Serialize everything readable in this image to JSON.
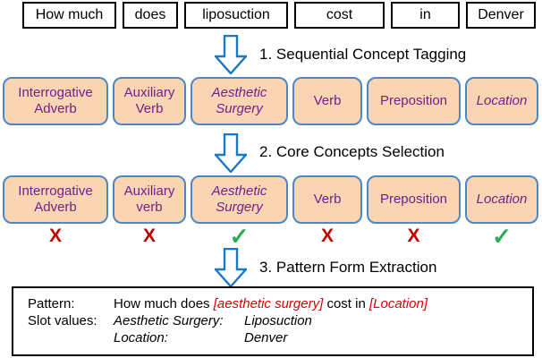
{
  "sentence": {
    "words": [
      "How much",
      "does",
      "liposuction",
      "cost",
      "in",
      "Denver"
    ]
  },
  "steps": [
    {
      "label": "1. Sequential Concept Tagging"
    },
    {
      "label": "2. Core Concepts Selection"
    },
    {
      "label": "3. Pattern Form Extraction"
    }
  ],
  "tags": {
    "row1": [
      "Interrogative Adverb",
      "Auxiliary Verb",
      "Aesthetic Surgery",
      "Verb",
      "Preposition",
      "Location"
    ],
    "row2": [
      "Interrogative Adverb",
      "Auxiliary verb",
      "Aesthetic Surgery",
      "Verb",
      "Preposition",
      "Location"
    ]
  },
  "selection": {
    "marks": [
      "X",
      "X",
      "✓",
      "X",
      "X",
      "✓"
    ]
  },
  "pattern_box": {
    "pattern_label": "Pattern:",
    "slot_values_label": "Slot values:",
    "pattern": {
      "prefix": "How much does ",
      "slot1": "[aesthetic surgery]",
      "middle": " cost in ",
      "slot2": "[Location]"
    },
    "slots": [
      {
        "name": "Aesthetic Surgery:",
        "value": "Liposuction"
      },
      {
        "name": "Location:",
        "value": "Denver"
      }
    ]
  },
  "colors": {
    "word_border": "#000000",
    "tag_fill": "#FAD5B3",
    "tag_border": "#4E87C4",
    "tag_text": "#70208E",
    "arrow_blue": "#1B78C6",
    "reject_red": "#C00000",
    "select_green": "#2AAB55",
    "slot_red": "#DD0000"
  }
}
